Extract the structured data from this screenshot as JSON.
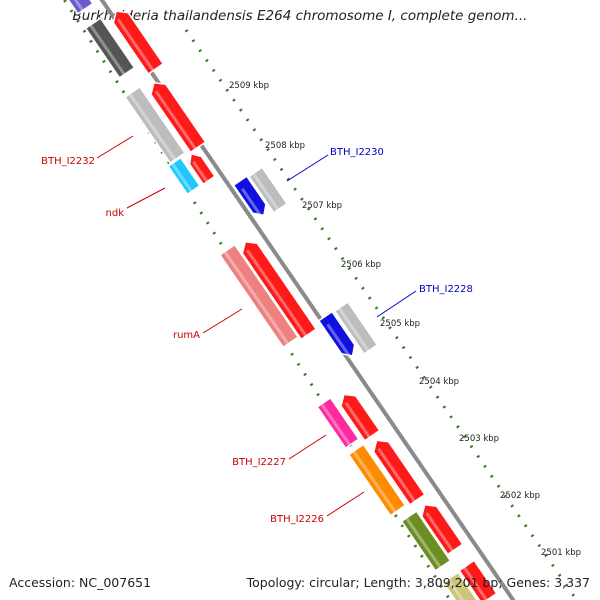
{
  "title": "Burkholderia thailandensis E264 chromosome I, complete genom...",
  "footer": {
    "accession": "Accession: NC_007651",
    "summary": "Topology: circular; Length: 3,809,201 bp; Genes: 3,337"
  },
  "colors": {
    "backbone": "#8a8a8a",
    "ruler": "#2e7d1f",
    "forward_label": "#cc0000",
    "reverse_label": "#0000cc"
  },
  "ruler_ticks": [
    {
      "label": "2509 kbp",
      "pos": 2509
    },
    {
      "label": "2508 kbp",
      "pos": 2508
    },
    {
      "label": "2507 kbp",
      "pos": 2507
    },
    {
      "label": "2506 kbp",
      "pos": 2506
    },
    {
      "label": "2505 kbp",
      "pos": 2505
    },
    {
      "label": "2504 kbp",
      "pos": 2504
    },
    {
      "label": "2503 kbp",
      "pos": 2503
    },
    {
      "label": "2502 kbp",
      "pos": 2502
    },
    {
      "label": "2501 kbp",
      "pos": 2501
    }
  ],
  "gene_labels": [
    {
      "text": "BTH_I2232",
      "strand": "left"
    },
    {
      "text": "ndk",
      "strand": "left"
    },
    {
      "text": "rumA",
      "strand": "left"
    },
    {
      "text": "BTH_I2227",
      "strand": "left"
    },
    {
      "text": "BTH_I2226",
      "strand": "left"
    },
    {
      "text": "BTH_I2230",
      "strand": "right"
    },
    {
      "text": "BTH_I2228",
      "strand": "right"
    }
  ]
}
